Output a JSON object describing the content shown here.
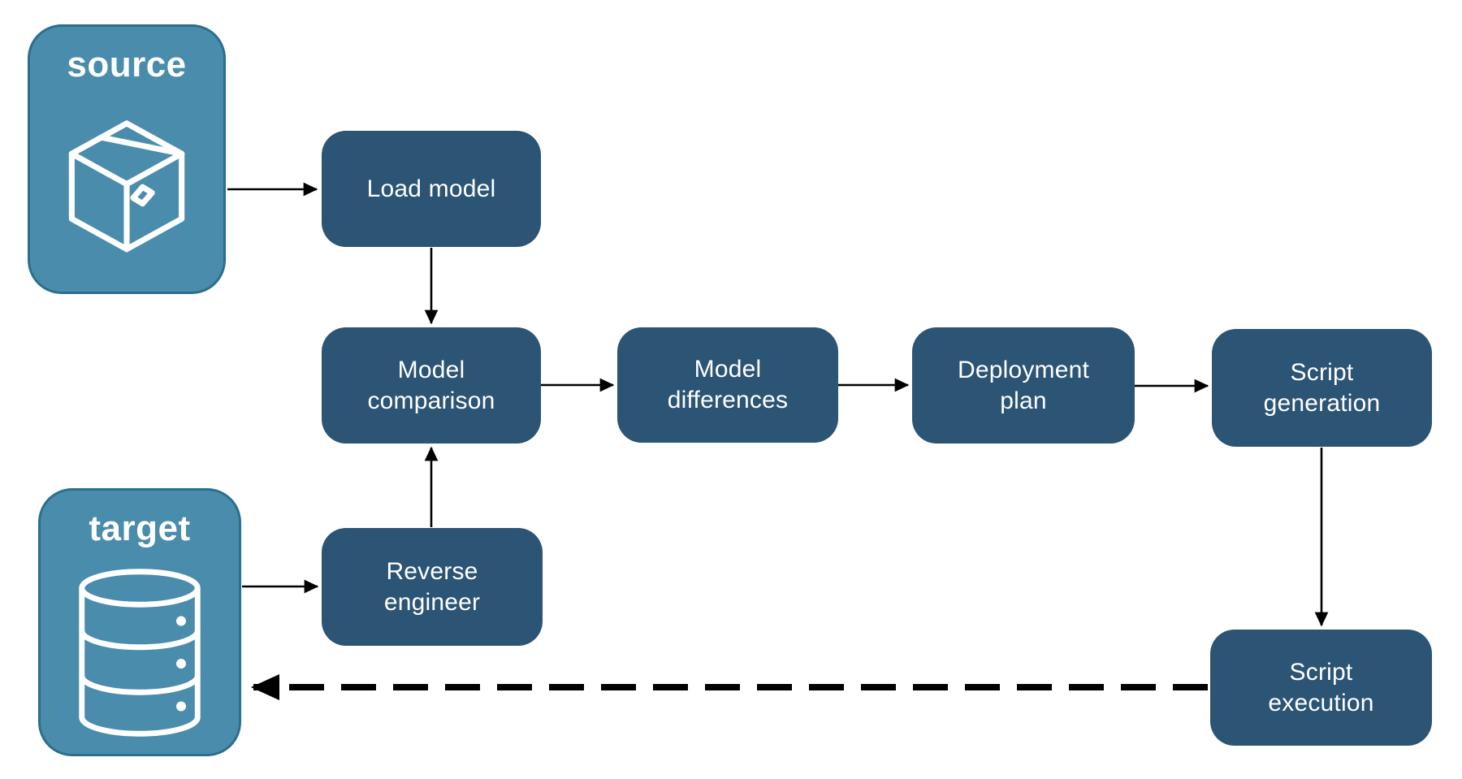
{
  "diagram": {
    "kind": "flowchart",
    "colors": {
      "node_fill": "#2B5475",
      "container_fill": "#4A8CAC",
      "container_border": "#2B6E8E",
      "text": "#FFFFFF",
      "arrow": "#000000"
    },
    "containers": [
      {
        "id": "source",
        "label": "source",
        "icon": "package-icon"
      },
      {
        "id": "target",
        "label": "target",
        "icon": "database-icon"
      }
    ],
    "nodes": [
      {
        "id": "load-model",
        "label": "Load model"
      },
      {
        "id": "model-comparison",
        "label": "Model comparison"
      },
      {
        "id": "model-differences",
        "label": "Model differences"
      },
      {
        "id": "deployment-plan",
        "label": "Deployment plan"
      },
      {
        "id": "script-generation",
        "label": "Script generation"
      },
      {
        "id": "reverse-engineer",
        "label": "Reverse engineer"
      },
      {
        "id": "script-execution",
        "label": "Script execution"
      }
    ],
    "edges": [
      {
        "from": "source",
        "to": "load-model",
        "style": "solid"
      },
      {
        "from": "load-model",
        "to": "model-comparison",
        "style": "solid"
      },
      {
        "from": "model-comparison",
        "to": "model-differences",
        "style": "solid"
      },
      {
        "from": "model-differences",
        "to": "deployment-plan",
        "style": "solid"
      },
      {
        "from": "deployment-plan",
        "to": "script-generation",
        "style": "solid"
      },
      {
        "from": "script-generation",
        "to": "script-execution",
        "style": "solid"
      },
      {
        "from": "target",
        "to": "reverse-engineer",
        "style": "solid"
      },
      {
        "from": "reverse-engineer",
        "to": "model-comparison",
        "style": "solid"
      },
      {
        "from": "script-execution",
        "to": "target",
        "style": "dashed"
      }
    ]
  }
}
